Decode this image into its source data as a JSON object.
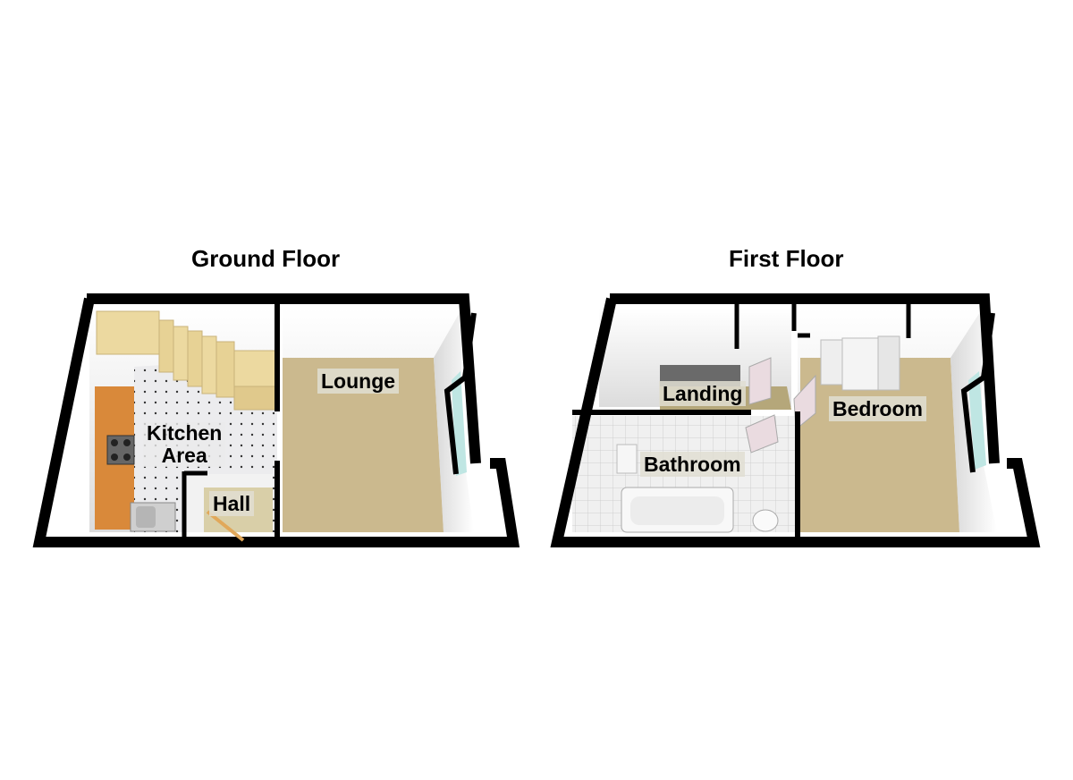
{
  "floors": [
    {
      "title": "Ground Floor",
      "rooms": [
        {
          "label": "Lounge"
        },
        {
          "label_line1": "Kitchen",
          "label_line2": "Area"
        },
        {
          "label": "Hall"
        }
      ]
    },
    {
      "title": "First Floor",
      "rooms": [
        {
          "label": "Landing"
        },
        {
          "label": "Bedroom"
        },
        {
          "label": "Bathroom"
        }
      ]
    }
  ],
  "colors": {
    "wall": "#000000",
    "carpet": "#cbb98e",
    "stairs": "#ecd9a0",
    "worktop": "#d9893a",
    "tile": "#e8e8ea",
    "window_glass": "#bfe6e3",
    "door": "#eadbe0"
  }
}
